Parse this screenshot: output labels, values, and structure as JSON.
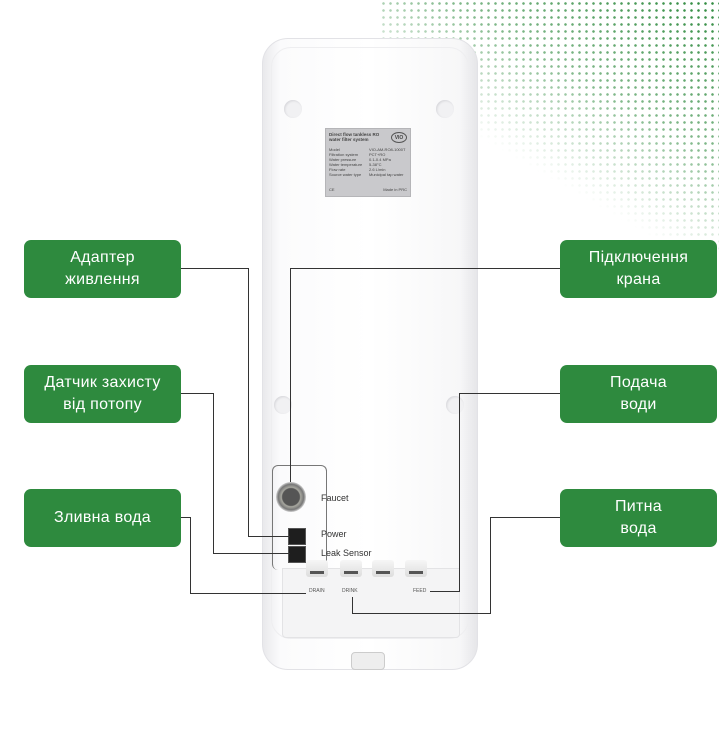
{
  "callouts": {
    "left": [
      {
        "line1": "Адаптер",
        "line2": "живлення"
      },
      {
        "line1": "Датчик захисту",
        "line2": "від потопу"
      },
      {
        "line1": "Зливна вода",
        "line2": ""
      }
    ],
    "right": [
      {
        "line1": "Підключення",
        "line2": "крана"
      },
      {
        "line1": "Подача",
        "line2": "води"
      },
      {
        "line1": "Питна",
        "line2": "вода"
      }
    ]
  },
  "device": {
    "plate": {
      "title": "Direct flow tankless RO water filter system",
      "logo": "VIO",
      "rows": [
        [
          "Model",
          "VIO-AM-RO8-1000T"
        ],
        [
          "Filtration system",
          "PCT+RO"
        ],
        [
          "Water pressure",
          "0.1-0.4 MPa"
        ],
        [
          "Water temperature",
          "5-38°C"
        ],
        [
          "Flow rate",
          "2.6 L/min"
        ],
        [
          "Source water type",
          "Municipal tap water"
        ]
      ],
      "marks": "CE",
      "made": "Made in PRC"
    },
    "ports": {
      "faucet": "Faucet",
      "power": "Power",
      "leak": "Leak Sensor"
    },
    "outlets": {
      "drain": "DRAIN",
      "drink": "DRINK",
      "feed": "FEED"
    }
  },
  "colors": {
    "accent": "#2e8a3e"
  }
}
